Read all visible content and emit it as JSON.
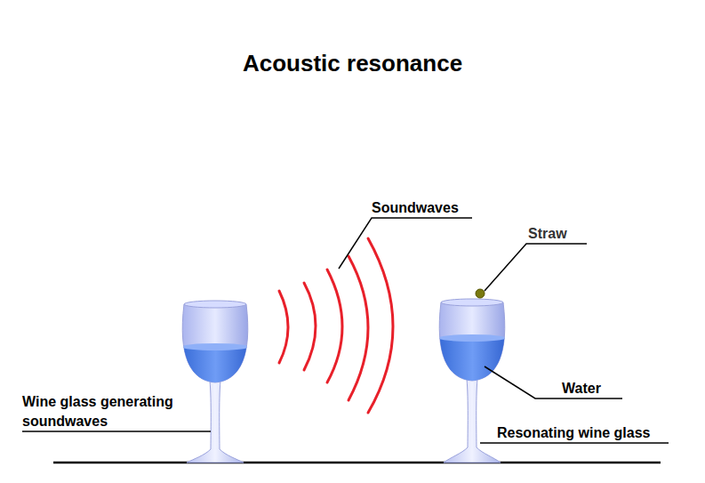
{
  "diagram": {
    "title": "Acoustic resonance",
    "labels": [
      "Soundwaves",
      "Straw",
      "Water",
      "Wine glass generating soundwaves",
      "Resonating wine glass"
    ]
  }
}
